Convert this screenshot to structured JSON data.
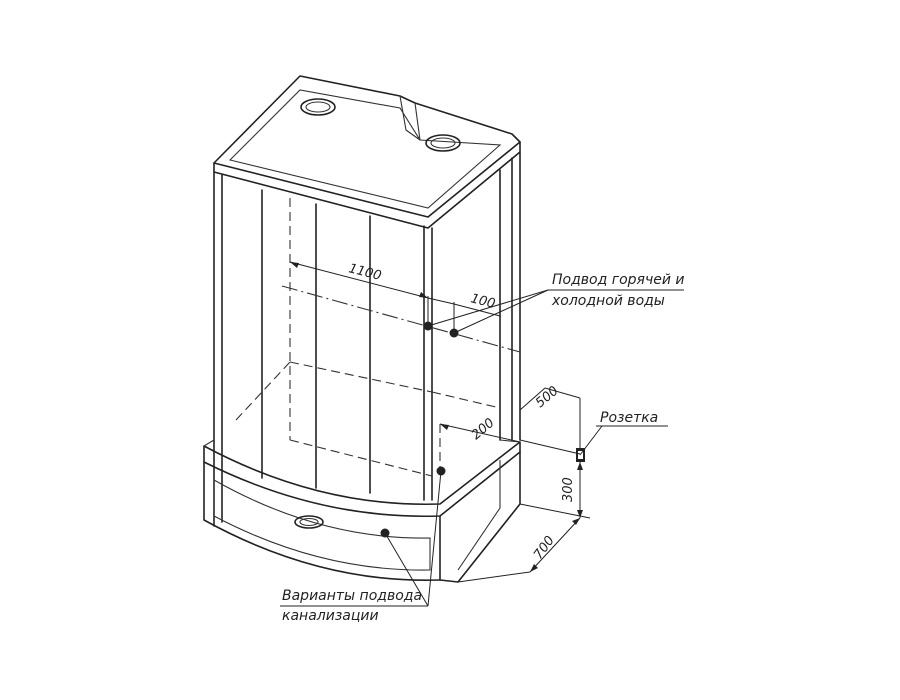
{
  "dimensions": {
    "width_1100": "1100",
    "offset_100": "100",
    "depth_500": "500",
    "offset_200": "200",
    "height_300": "300",
    "depth_700": "700"
  },
  "callouts": {
    "water_supply_line1": "Подвод горячей и",
    "water_supply_line2": "холодной воды",
    "socket": "Розетка",
    "drain_line1": "Варианты подвода",
    "drain_line2": "канализации"
  },
  "colors": {
    "line": "#222222",
    "background": "#ffffff"
  }
}
